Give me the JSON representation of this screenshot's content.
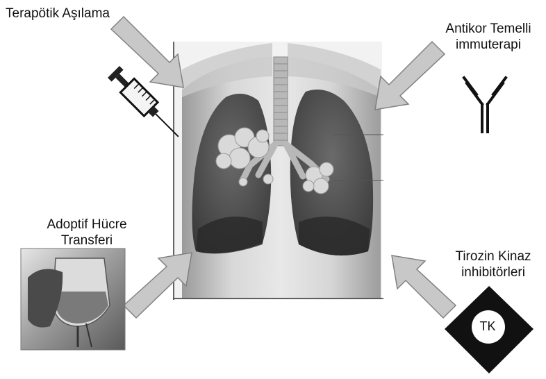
{
  "labels": {
    "therapeutic_vaccination": "Terapötik Aşılama",
    "antibody_immunotherapy_line1": "Antikor Temelli",
    "antibody_immunotherapy_line2": "immuterapi",
    "adoptive_transfer_line1": "Adoptif Hücre",
    "adoptive_transfer_line2": "Transferi",
    "tki_line1": "Tirozin Kinaz",
    "tki_line2": "inhibitörleri",
    "tk_badge": "TK"
  },
  "icons": [
    "syringe-icon",
    "antibody-icon",
    "iv-bag-photo",
    "tk-diamond-icon",
    "lung-illustration"
  ],
  "colors": {
    "arrow_fill": "#c8c8c8",
    "arrow_stroke": "#808080",
    "diamond": "#111111"
  }
}
